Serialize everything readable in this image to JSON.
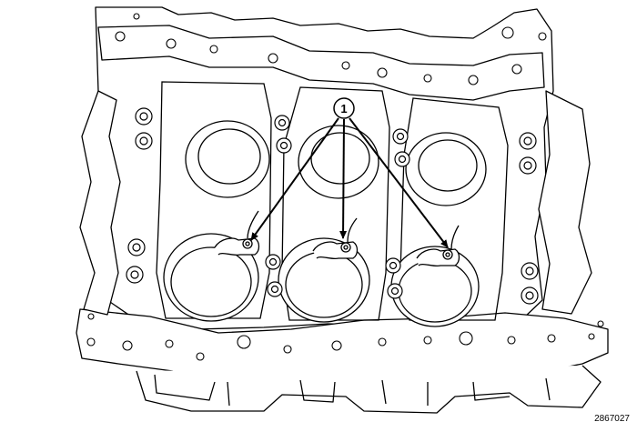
{
  "callout": {
    "number": "1",
    "target_count": 3
  },
  "figure_id": "2867027",
  "colors": {
    "line": "#000000",
    "fill": "#ffffff"
  }
}
